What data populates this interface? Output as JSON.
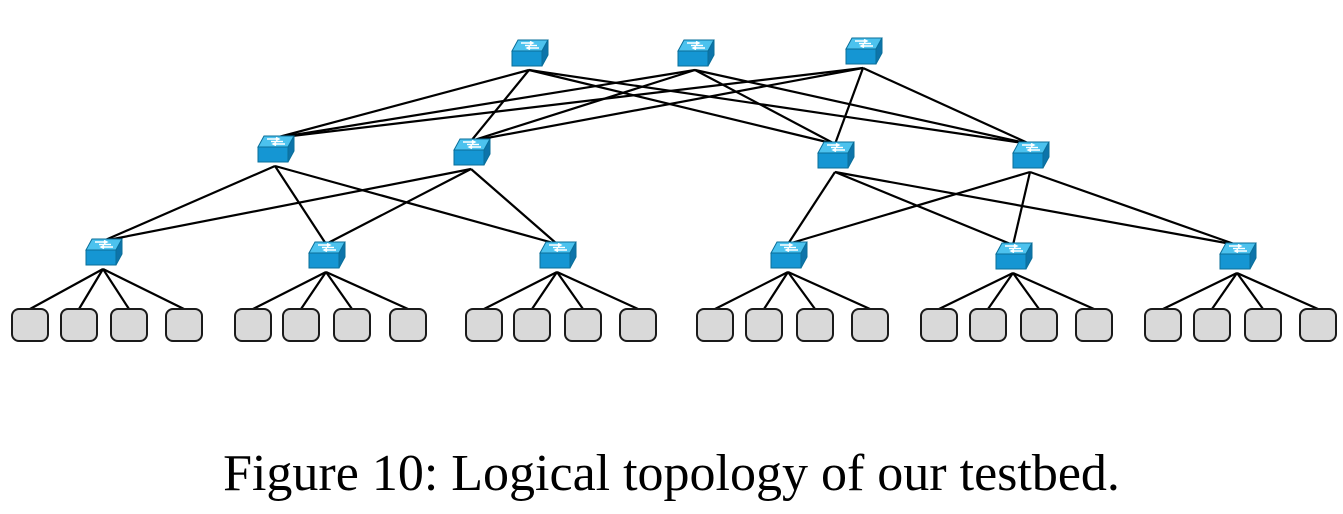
{
  "figure": {
    "caption": "Figure 10: Logical topology of our testbed."
  },
  "topology": {
    "node_icons": {
      "switch": "network-switch-icon",
      "host": "host-box-icon"
    },
    "colors": {
      "switch_top": "#4cc2ee",
      "switch_front": "#1596d3",
      "switch_side": "#0d74aa",
      "host_fill": "#d9d9d9",
      "link": "#000000"
    },
    "core_switches": [
      "core-1",
      "core-2",
      "core-3"
    ],
    "aggregation_pods": [
      {
        "switches": [
          "agg-1",
          "agg-2"
        ],
        "edge_switches": [
          "edge-1",
          "edge-2",
          "edge-3"
        ]
      },
      {
        "switches": [
          "agg-3",
          "agg-4"
        ],
        "edge_switches": [
          "edge-4",
          "edge-5",
          "edge-6"
        ]
      }
    ],
    "core_to_aggregation_links": [
      [
        "core-1",
        "agg-1"
      ],
      [
        "core-1",
        "agg-2"
      ],
      [
        "core-1",
        "agg-3"
      ],
      [
        "core-1",
        "agg-4"
      ],
      [
        "core-2",
        "agg-1"
      ],
      [
        "core-2",
        "agg-2"
      ],
      [
        "core-2",
        "agg-3"
      ],
      [
        "core-2",
        "agg-4"
      ],
      [
        "core-3",
        "agg-1"
      ],
      [
        "core-3",
        "agg-2"
      ],
      [
        "core-3",
        "agg-3"
      ],
      [
        "core-3",
        "agg-4"
      ]
    ],
    "hosts_per_edge_switch": 4
  }
}
